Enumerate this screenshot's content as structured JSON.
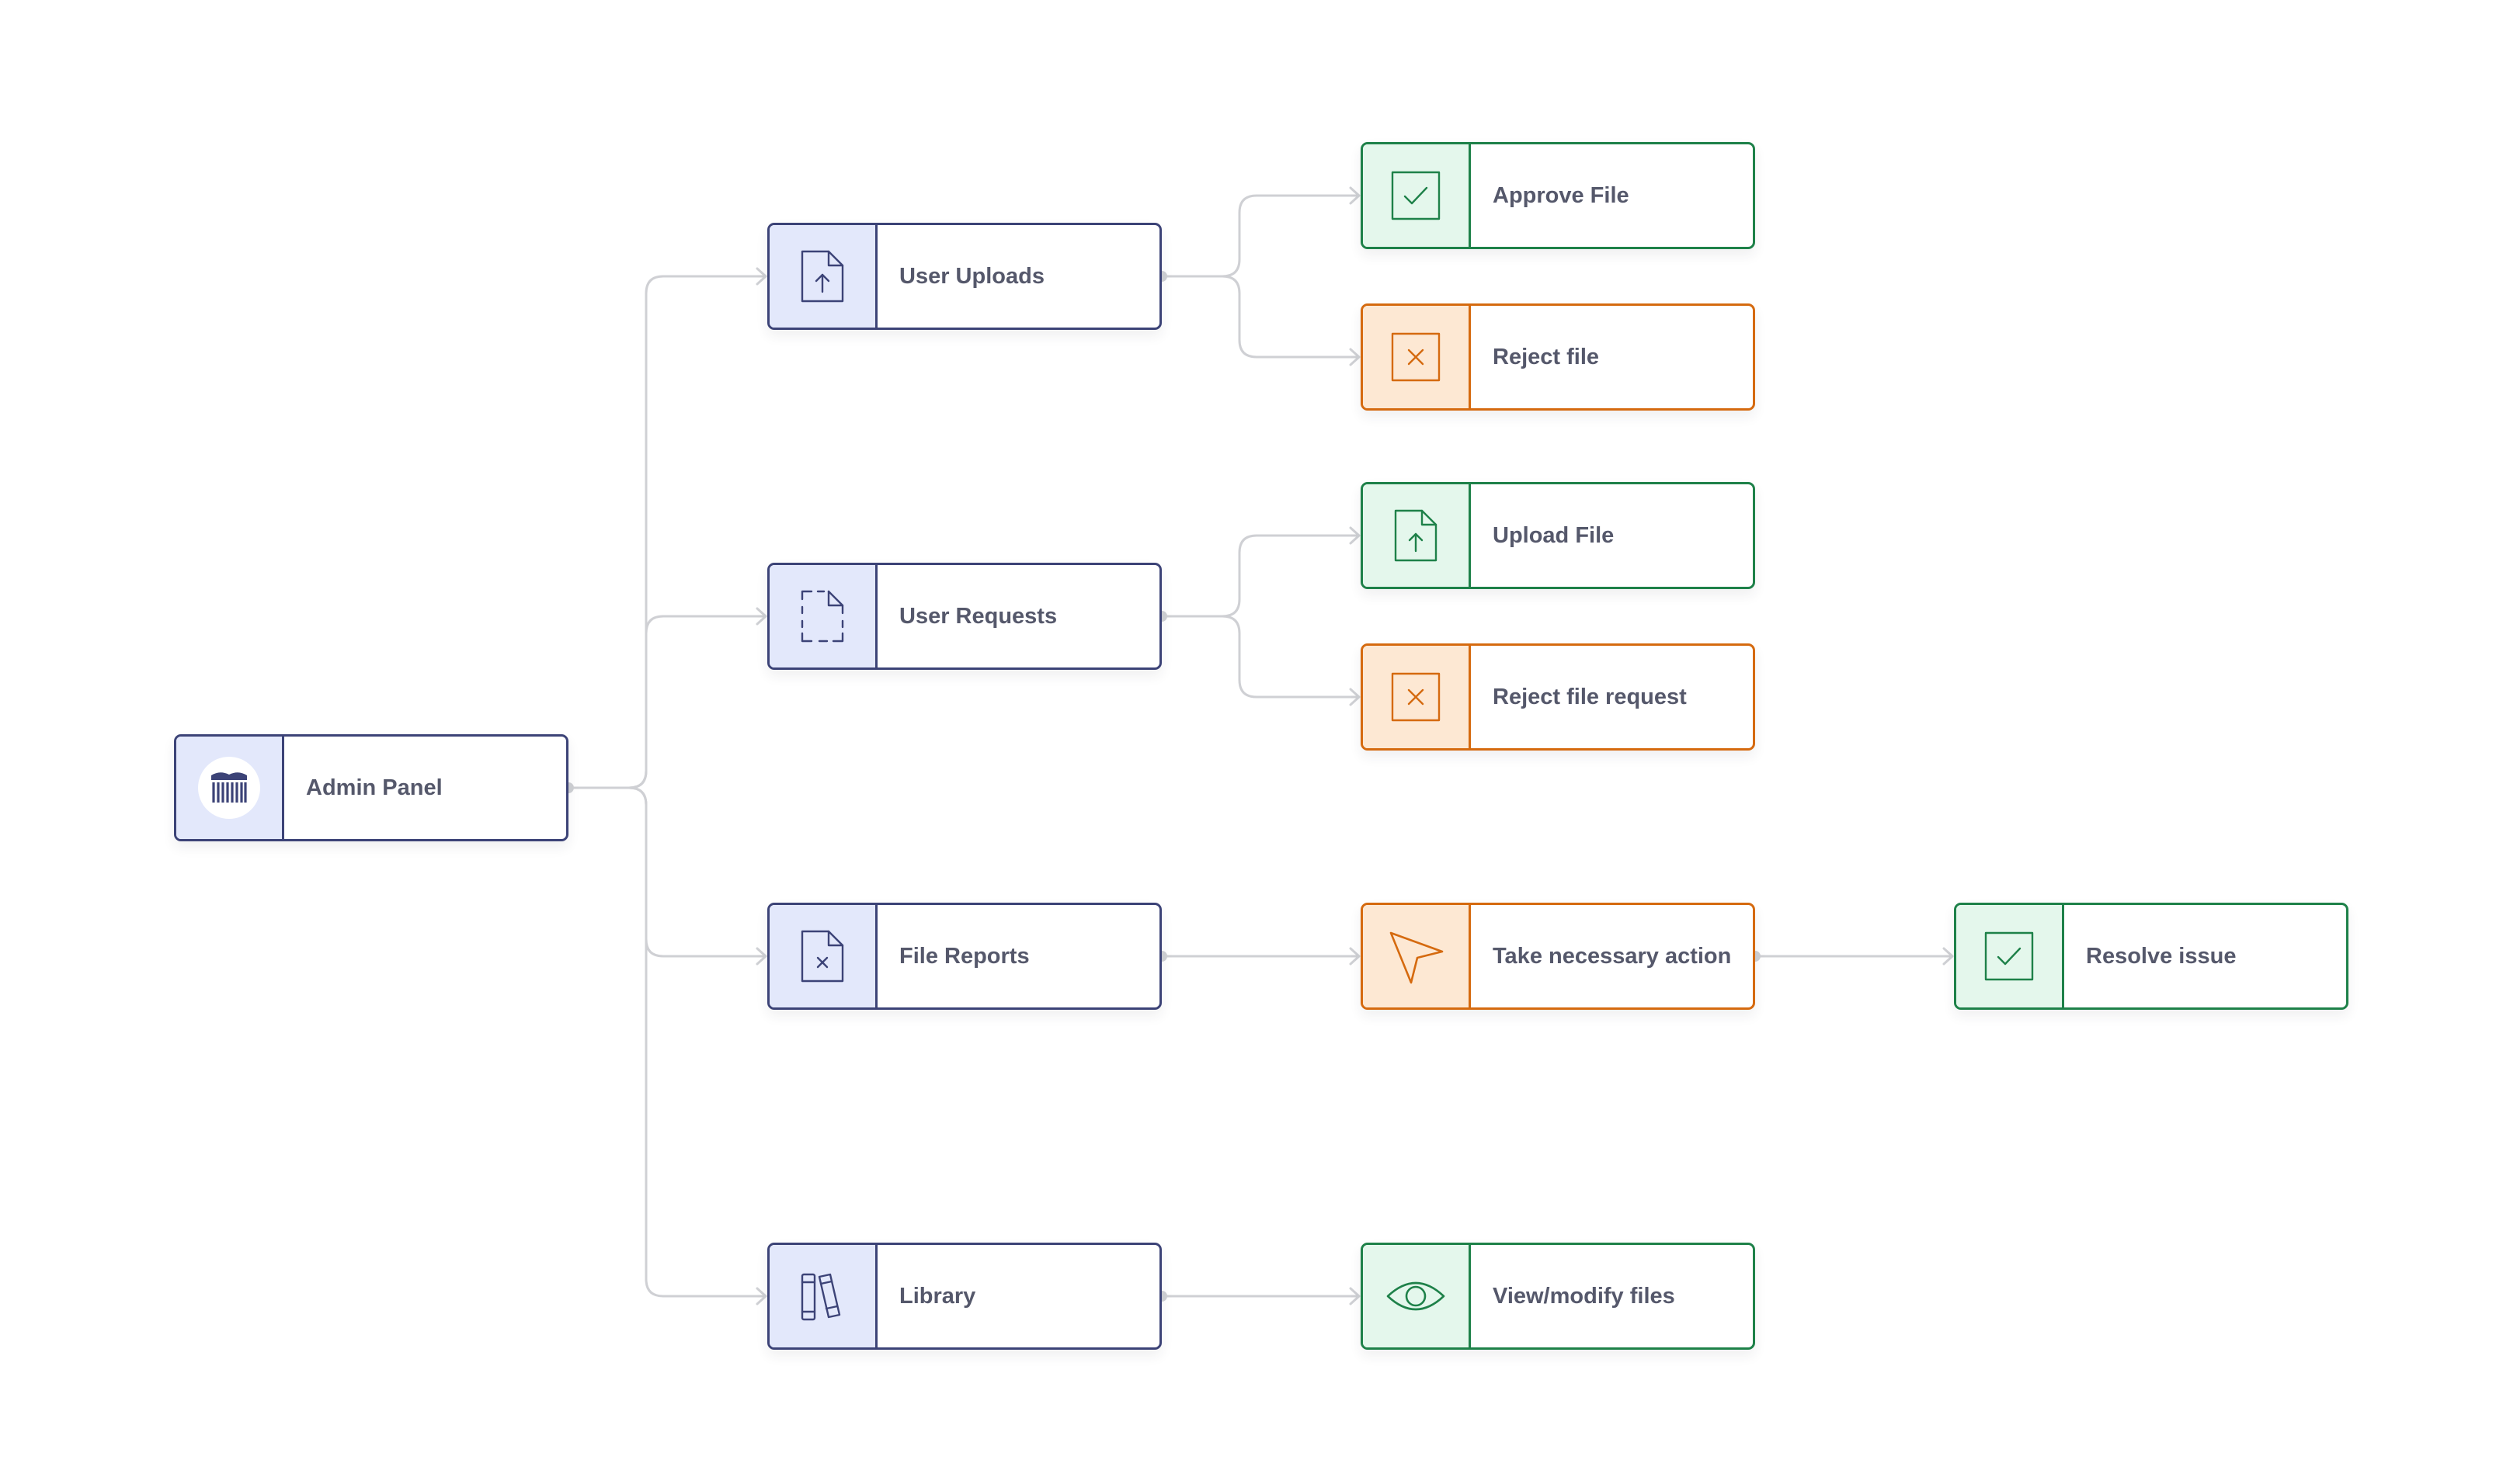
{
  "colors": {
    "blue_border": "#3c4377",
    "blue_fill": "#e3e8fb",
    "green_border": "#1e8149",
    "green_fill": "#e4f7ec",
    "orange_border": "#d56a0f",
    "orange_fill": "#fde8d3",
    "connector": "#cfd0d4"
  },
  "nodes": {
    "admin_panel": {
      "label": "Admin Panel",
      "icon": "library-building-icon"
    },
    "user_uploads": {
      "label": "User Uploads",
      "icon": "file-upload-icon"
    },
    "user_requests": {
      "label": "User Requests",
      "icon": "file-dashed-icon"
    },
    "file_reports": {
      "label": "File Reports",
      "icon": "file-x-icon"
    },
    "library": {
      "label": "Library",
      "icon": "books-icon"
    },
    "approve_file": {
      "label": "Approve File",
      "icon": "check-square-icon"
    },
    "reject_file": {
      "label": "Reject file",
      "icon": "x-square-icon"
    },
    "upload_file": {
      "label": "Upload File",
      "icon": "file-upload-icon"
    },
    "reject_file_request": {
      "label": "Reject file request",
      "icon": "x-square-icon"
    },
    "take_action": {
      "label": "Take necessary action",
      "icon": "cursor-arrow-icon"
    },
    "resolve_issue": {
      "label": "Resolve issue",
      "icon": "check-square-icon"
    },
    "view_modify": {
      "label": "View/modify files",
      "icon": "eye-icon"
    }
  },
  "edges": [
    [
      "admin_panel",
      "user_uploads"
    ],
    [
      "admin_panel",
      "user_requests"
    ],
    [
      "admin_panel",
      "file_reports"
    ],
    [
      "admin_panel",
      "library"
    ],
    [
      "user_uploads",
      "approve_file"
    ],
    [
      "user_uploads",
      "reject_file"
    ],
    [
      "user_requests",
      "upload_file"
    ],
    [
      "user_requests",
      "reject_file_request"
    ],
    [
      "file_reports",
      "take_action"
    ],
    [
      "take_action",
      "resolve_issue"
    ],
    [
      "library",
      "view_modify"
    ]
  ]
}
